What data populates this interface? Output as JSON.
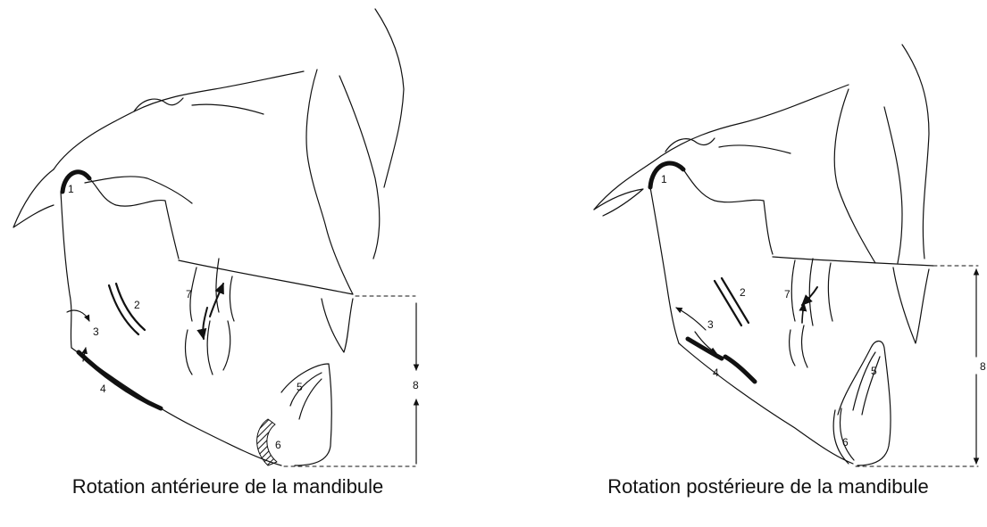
{
  "captions": {
    "left": "Rotation antérieure de la mandibule",
    "right": "Rotation postérieure de la mandibule"
  },
  "labels": {
    "left": {
      "n1": "1",
      "n2": "2",
      "n3": "3",
      "n4": "4",
      "n5": "5",
      "n6": "6",
      "n7": "7",
      "n8": "8"
    },
    "right": {
      "n1": "1",
      "n2": "2",
      "n3": "3",
      "n4": "4",
      "n5": "5",
      "n6": "6",
      "n7": "7",
      "n8": "8"
    }
  },
  "colors": {
    "ink": "#111111",
    "paper": "#ffffff"
  }
}
